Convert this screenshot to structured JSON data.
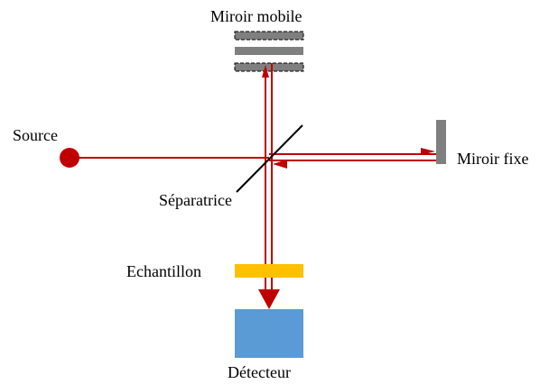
{
  "labels": {
    "movable_mirror": "Miroir mobile",
    "source": "Source",
    "fixed_mirror": "Miroir fixe",
    "beam_splitter": "Séparatrice",
    "sample": "Echantillon",
    "detector": "Détecteur"
  },
  "colors": {
    "beam": "#c00000",
    "mirror": "#7f7f7f",
    "sample": "#ffc000",
    "detector": "#5b9bd5",
    "splitter": "#000000"
  }
}
